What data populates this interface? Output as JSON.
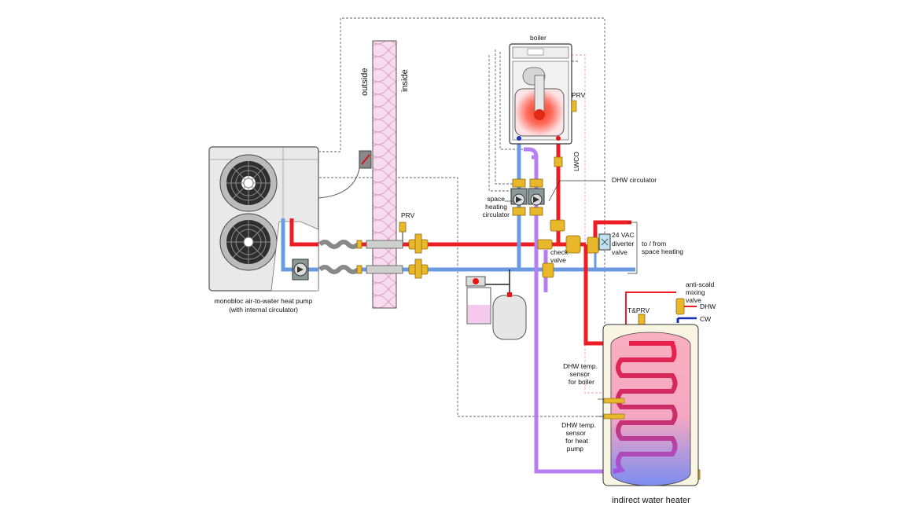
{
  "labels": {
    "boiler": "boiler",
    "prv_boiler": "PRV",
    "lwco": "LWCO",
    "dhw_circulator": "DHW circulator",
    "space_heating_circulator": [
      "space",
      "heating",
      "circulator"
    ],
    "prv_main": "PRV",
    "outside": "outside",
    "inside": "inside",
    "diverter_valve": [
      "24 VAC",
      "diverter",
      "valve"
    ],
    "to_from_space_heating": [
      "to / from",
      "space heating"
    ],
    "check_valve": [
      "check",
      "valve"
    ],
    "heat_pump": [
      "monobloc air-to-water heat pump",
      "(with internal circulator)"
    ],
    "anti_scald": [
      "anti-scald",
      "mixing",
      "valve"
    ],
    "tprv": "T&PRV",
    "dhw": "DHW",
    "cw": "CW",
    "sensor_boiler": [
      "DHW temp.",
      "sensor",
      "for boiler"
    ],
    "sensor_heat_pump": [
      "DHW temp.",
      "sensor",
      "for heat",
      "pump"
    ],
    "water_heater": "indirect water heater"
  },
  "colors": {
    "hot_pipe": "#ee1c25",
    "cool_pipe": "#6a9be0",
    "purple_pipe": "#b77ef2",
    "cw_pipe": "#1a2fb5",
    "brass": "#e9b82a",
    "insulation": "#f6d6ea",
    "control_wire": "#555555"
  }
}
